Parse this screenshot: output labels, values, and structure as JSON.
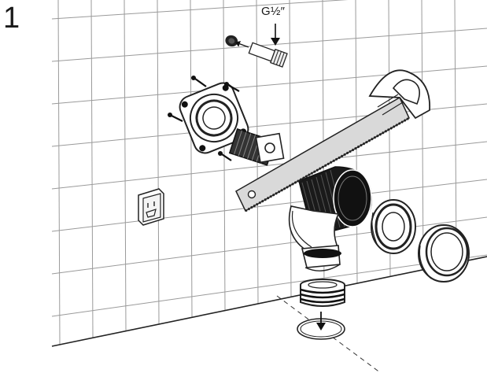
{
  "step": {
    "number": "1"
  },
  "callouts": {
    "thread_size": "G½″"
  },
  "colors": {
    "line": "#222222",
    "tile_grid": "#9a9a9a",
    "saw_blade": "#d9d9d9",
    "dark_fill": "#111111"
  },
  "icons": [
    "wall-tile-grid",
    "thread-adapter",
    "mounting-flange",
    "installation-box",
    "hand-saw",
    "elbow-pipe",
    "seal-ring",
    "cover-cap",
    "socket-icon",
    "arrow-down-icon",
    "floor-line"
  ]
}
